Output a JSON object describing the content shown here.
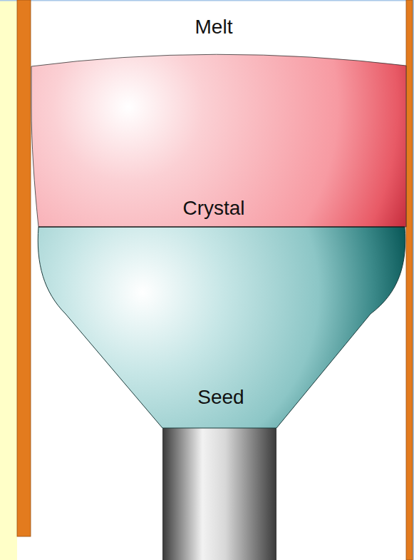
{
  "diagram": {
    "labels": [
      "Melt",
      "Crystal",
      "Seed"
    ]
  }
}
